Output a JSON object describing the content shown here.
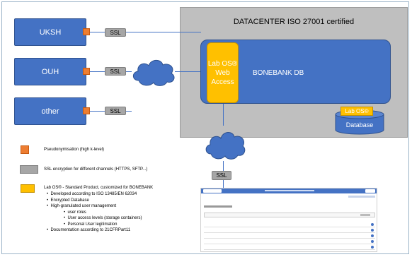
{
  "datacenter": {
    "title": "DATACENTER ISO 27001 certified"
  },
  "clients": [
    {
      "label": "UKSH"
    },
    {
      "label": "OUH"
    },
    {
      "label": "other"
    }
  ],
  "ssl_label": "SSL",
  "bonebank": {
    "label": "BONEBANK DB"
  },
  "labos_web": {
    "line1": "Lab OS®",
    "line2": "Web",
    "line3": "Access"
  },
  "database": {
    "badge": "Lab OS®",
    "label": "Database"
  },
  "legend": {
    "pseudonymisation": "Pseudonymisation (high k-level)",
    "ssl": "SSL encryption for different channels (HTTPS, SFTP...)",
    "labos": "Lab OS® - Standard Product, customized for BONEBANK",
    "features": [
      "Developed according to ISO 13485/EN 62034",
      "Encrypted Database",
      "High-granulated user management",
      "user roles",
      "User access levels (storage containers)",
      "Personal User legitimation",
      "Documentation according to 21CFRPart11"
    ]
  },
  "colors": {
    "blue": "#4472c4",
    "orange": "#ed7d31",
    "gold": "#ffc000",
    "gray": "#a6a6a6",
    "datacenter": "#bfbfbf"
  }
}
